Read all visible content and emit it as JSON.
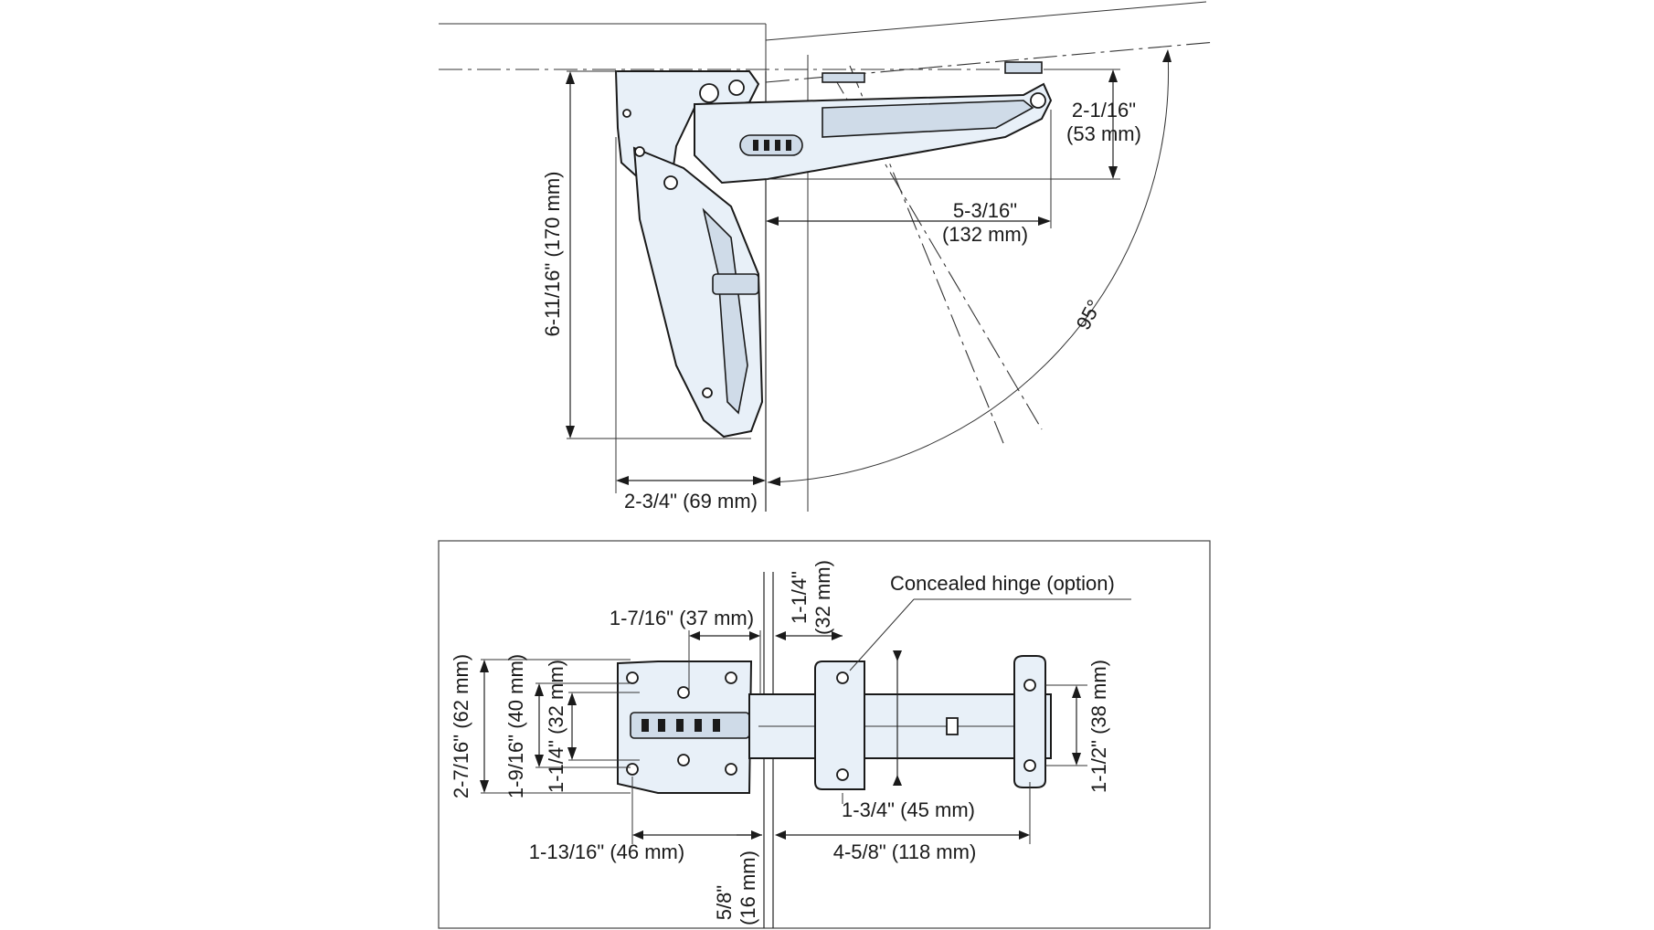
{
  "top_view": {
    "dimensions": {
      "height_closed": "6-11/16\" (170 mm)",
      "depth_top_imperial": "2-1/16\"",
      "depth_top_metric": "(53 mm)",
      "arm_reach_imperial": "5-3/16\"",
      "arm_reach_metric": "(132 mm)",
      "opening_angle": "95°",
      "base_width": "2-3/4\" (69 mm)"
    }
  },
  "bottom_view": {
    "callout": "Concealed hinge (option)",
    "dimensions": {
      "mount_width": "1-7/16\" (37 mm)",
      "offset": "1-1/4\"",
      "offset_metric": "(32 mm)",
      "height_outer": "2-7/16\" (62 mm)",
      "height_mid": "1-9/16\" (40 mm)",
      "height_inner": "1-1/4\" (32 mm)",
      "hinge_spacing": "1-3/4\" (45 mm)",
      "plate_height": "1-1/2\" (38 mm)",
      "mount_depth": "1-13/16\" (46 mm)",
      "arm_length": "4-5/8\" (118 mm)",
      "panel_thickness": "5/8\"",
      "panel_thickness_metric": "(16 mm)"
    }
  }
}
